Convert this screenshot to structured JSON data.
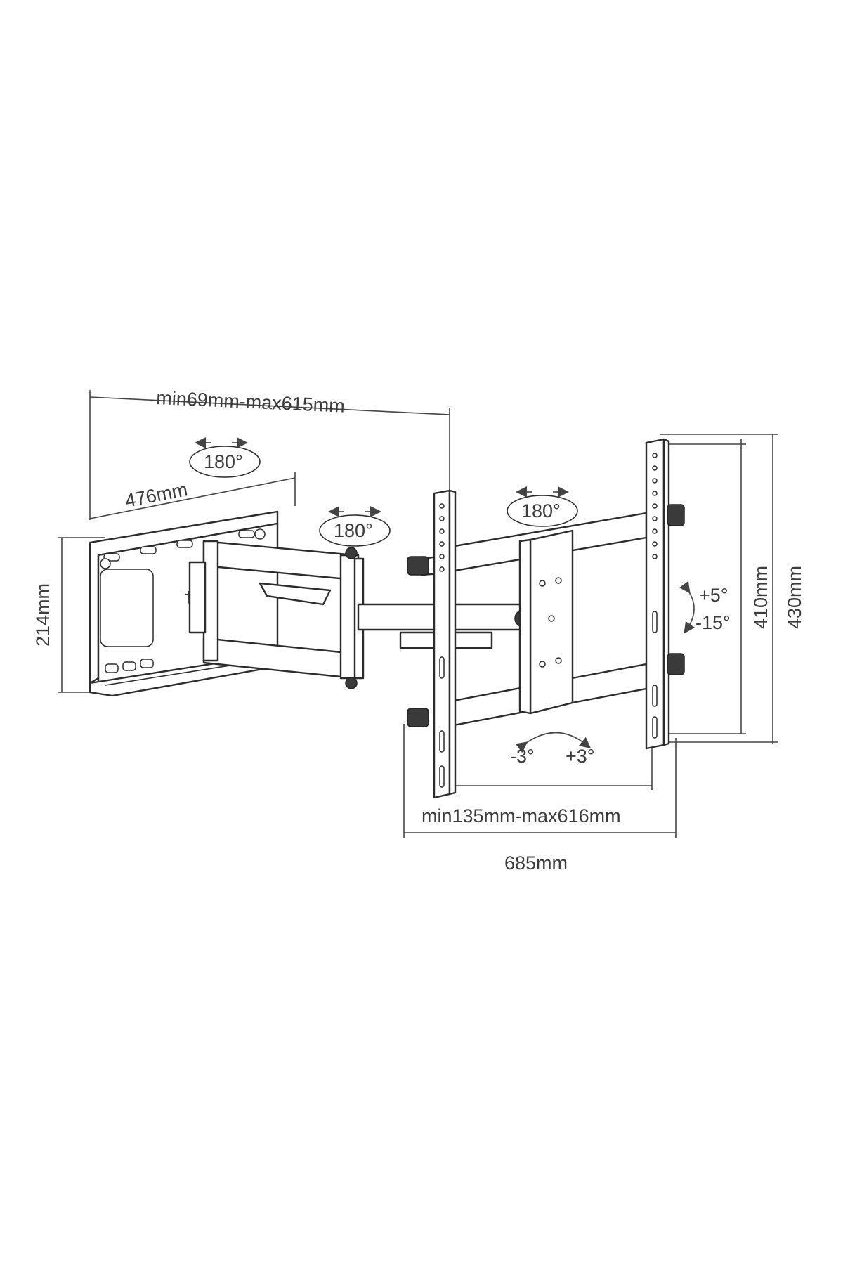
{
  "diagram": {
    "dimensions": {
      "arm_extension": "min69mm-max615mm",
      "wall_plate_width": "476mm",
      "wall_plate_height": "214mm",
      "tv_bracket_spread": "min135mm-max616mm",
      "overall_width": "685mm",
      "inner_height": "410mm",
      "outer_height": "430mm"
    },
    "angles": {
      "swivel_wall": "180°",
      "swivel_arm": "180°",
      "swivel_head": "180°",
      "tilt_up": "+5°",
      "tilt_down": "-15°",
      "rotate_left": "-3°",
      "rotate_right": "+3°"
    }
  }
}
